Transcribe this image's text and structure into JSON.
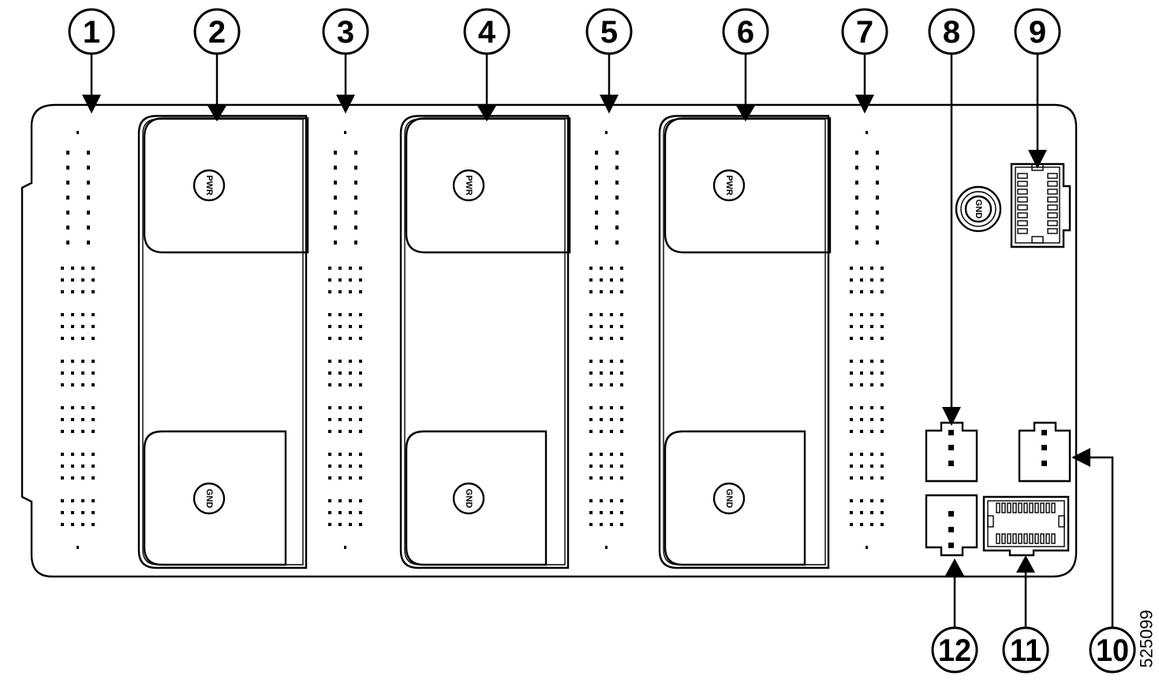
{
  "callouts": [
    {
      "label": "1"
    },
    {
      "label": "2"
    },
    {
      "label": "3"
    },
    {
      "label": "4"
    },
    {
      "label": "5"
    },
    {
      "label": "6"
    },
    {
      "label": "7"
    },
    {
      "label": "8"
    },
    {
      "label": "9"
    },
    {
      "label": "10"
    },
    {
      "label": "11"
    },
    {
      "label": "12"
    }
  ],
  "pad_labels": {
    "power": "PWR",
    "ground": "GND"
  },
  "figure_id": "525099"
}
